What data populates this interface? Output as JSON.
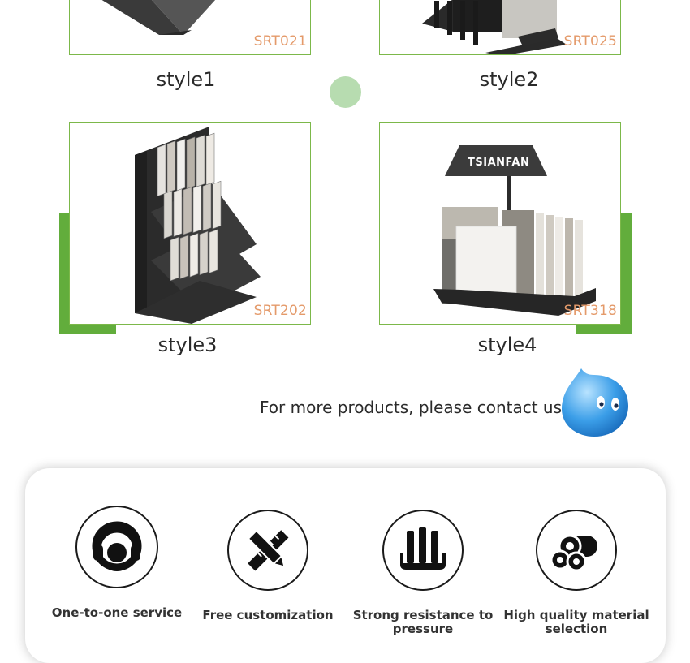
{
  "products": [
    {
      "code": "SRT021",
      "style": "style1"
    },
    {
      "code": "SRT025",
      "style": "style2"
    },
    {
      "code": "SRT202",
      "style": "style3"
    },
    {
      "code": "SRT318",
      "style": "style4"
    }
  ],
  "display_brand": "TSIANFAN",
  "contact_text": "For more products, please contact us",
  "features": [
    {
      "label": "One-to-one service",
      "icon": "headset-icon"
    },
    {
      "label": "Free customization",
      "icon": "pencil-ruler-icon"
    },
    {
      "label": "Strong resistance to pressure",
      "icon": "pressure-icon"
    },
    {
      "label": "High quality material selection",
      "icon": "pipes-icon"
    }
  ],
  "colors": {
    "accent_green": "#62ad3c",
    "border_green": "#7cb84a",
    "code_orange": "#e49a6a",
    "dot_green": "#b7dcb0",
    "mascot_blue": "#3b9ee8"
  }
}
